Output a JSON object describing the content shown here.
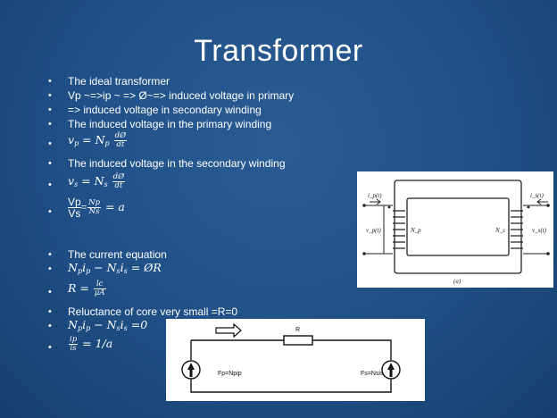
{
  "slide": {
    "title": "Transformer",
    "bullets": [
      {
        "id": "b1",
        "text": "The ideal transformer"
      },
      {
        "id": "b2",
        "text": "Vp ~=>ip ~ => Ø~=> induced voltage in primary"
      },
      {
        "id": "b3",
        "text": "=> induced voltage in secondary winding"
      },
      {
        "id": "b4",
        "text": "The induced voltage in the primary winding"
      },
      {
        "id": "b5",
        "eq_lhs": "v",
        "eq_sub": "p",
        "eq_mid": " = N",
        "eq_mid_sub": "p",
        "frac_num": "dØ",
        "frac_den": "dt"
      },
      {
        "id": "b6",
        "text": "The induced voltage in the secondary winding"
      },
      {
        "id": "b7",
        "eq_lhs": "v",
        "eq_sub": "s",
        "eq_mid": " = N",
        "eq_mid_sub": "s",
        "frac_num": "dØ",
        "frac_den": "dt"
      },
      {
        "id": "b8",
        "ratio_num": "Vp",
        "ratio_den": "Vs",
        "eq_sign": "=",
        "frac_num": "Np",
        "frac_den": "Ns",
        "eq_rhs": " = a"
      },
      {
        "id": "b9",
        "text": "The current equation"
      },
      {
        "id": "b10",
        "eq": "N",
        "eq_text": "N_p i_p − N_s i_s = ØR",
        "p1": "N",
        "s1": "p",
        "p2": "i",
        "s2": "p",
        "p3": " − N",
        "s3": "s",
        "p4": "i",
        "s4": "s",
        "rhs": " = ØR"
      },
      {
        "id": "b11",
        "eq_lhs": "R =",
        "frac_num": "lc",
        "frac_den": "μA"
      },
      {
        "id": "b12",
        "text": "Reluctance of core very small =R=0"
      },
      {
        "id": "b13",
        "p1": "N",
        "s1": "p",
        "p2": "i",
        "s2": "p",
        "p3": " − N",
        "s3": "s",
        "p4": "i",
        "s4": "s",
        "rhs": " =0"
      },
      {
        "id": "b14",
        "frac_num": "ip",
        "frac_den": "is",
        "eq_rhs": " = 1/a"
      }
    ],
    "bullet_glyph": "•"
  },
  "figure_core": {
    "labels": {
      "ip": "i_p(t)",
      "is": "i_s(t)",
      "vp": "v_p(t)",
      "vs": "v_s(t)",
      "np": "N_p",
      "ns": "N_s",
      "caption": "(a)"
    }
  },
  "figure_circuit": {
    "resistor_label": "R",
    "source_left_label": "Fp=Npip",
    "source_right_label": "Fs=Nsis"
  },
  "colors": {
    "background": "#1f4f86",
    "text": "#ffffff"
  }
}
